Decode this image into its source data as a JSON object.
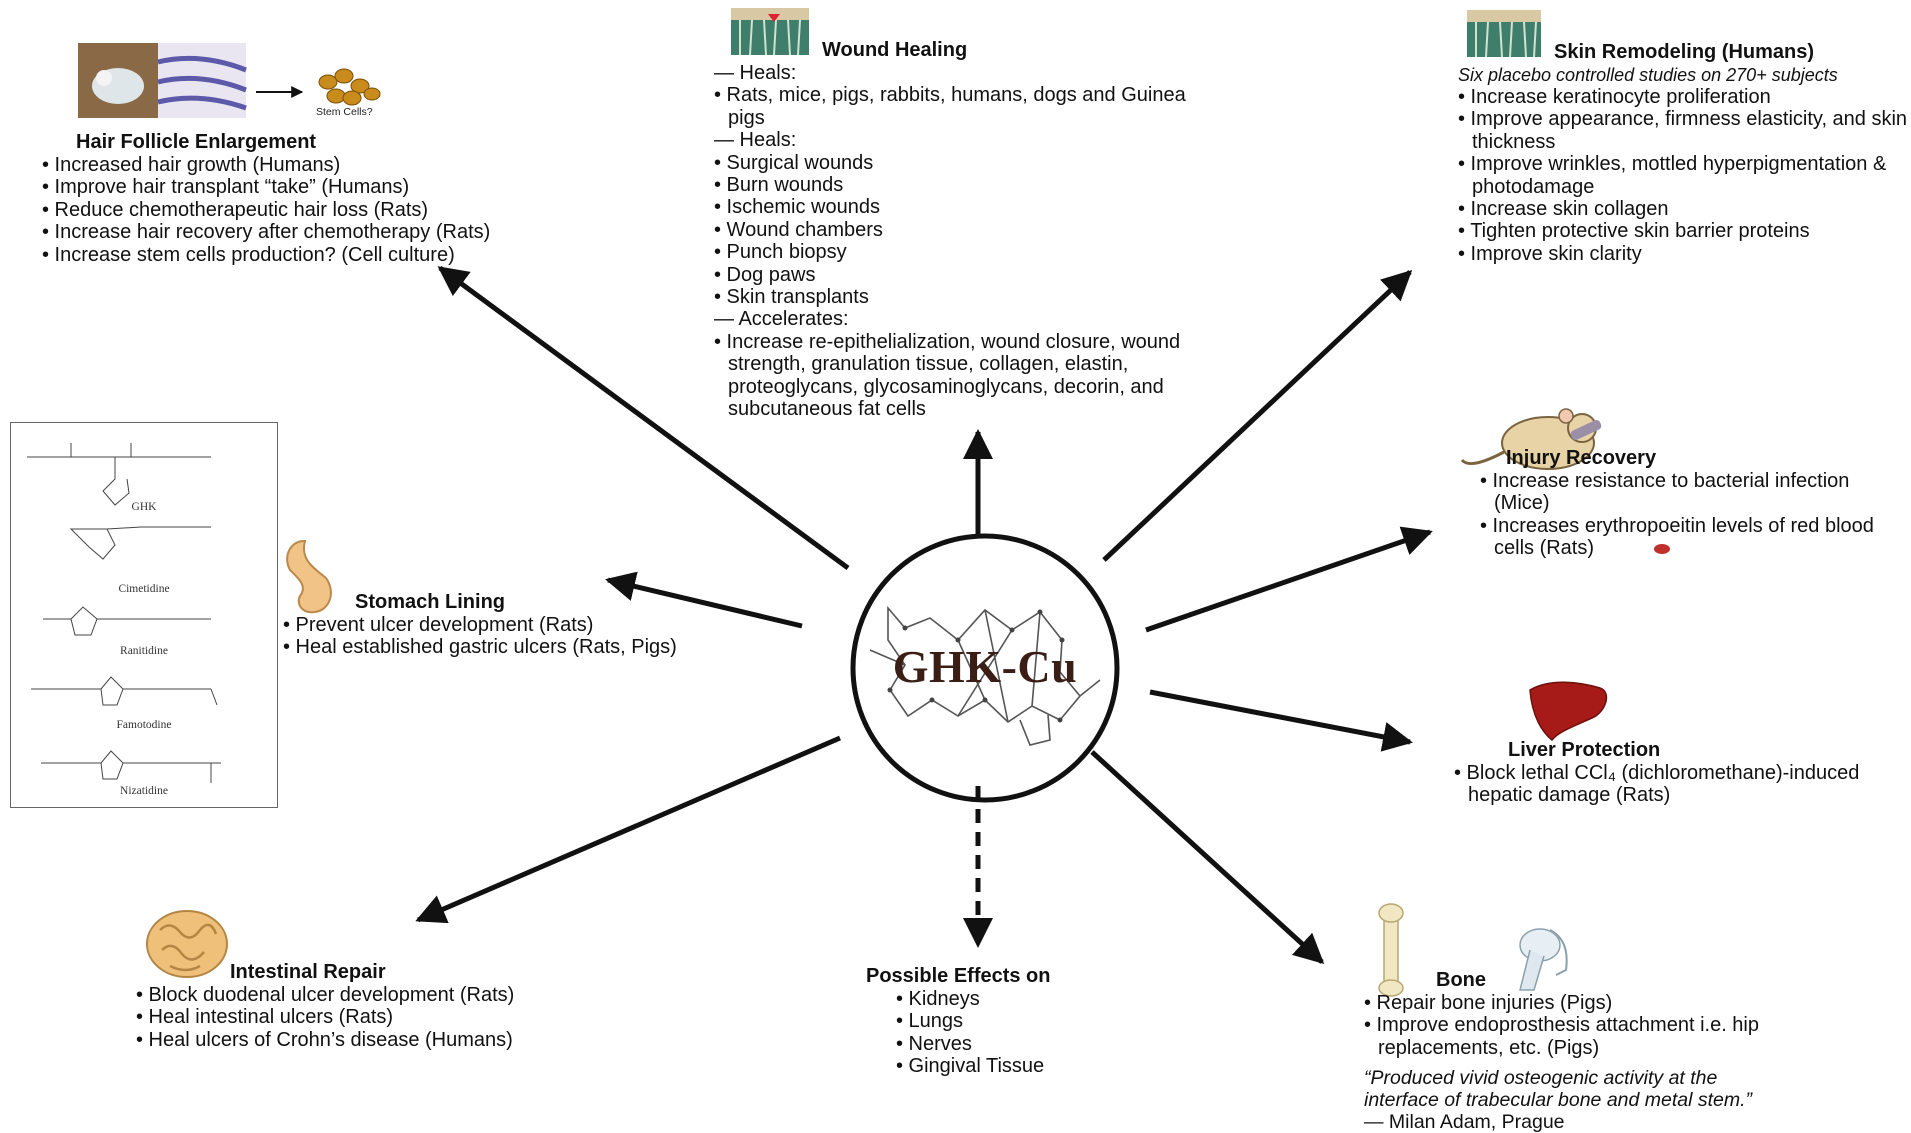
{
  "center": {
    "label": "GHK-Cu"
  },
  "hair": {
    "title": "Hair Follicle Enlargement",
    "stem_label": "Stem Cells?",
    "items": [
      "• Increased hair growth (Humans)",
      "• Improve hair transplant “take” (Humans)",
      "• Reduce chemotherapeutic hair loss (Rats)",
      "• Increase hair recovery after chemotherapy (Rats)",
      "• Increase stem cells production? (Cell culture)"
    ]
  },
  "wound": {
    "title": "Wound Healing",
    "items": [
      "— Heals:",
      "• Rats, mice, pigs, rabbits, humans, dogs and Guinea pigs",
      "— Heals:",
      "• Surgical wounds",
      "• Burn wounds",
      "• Ischemic wounds",
      "• Wound chambers",
      "• Punch biopsy",
      "• Dog paws",
      "• Skin transplants",
      "— Accelerates:",
      "• Increase re-epithelialization, wound closure, wound strength, granulation tissue, collagen, elastin, proteoglycans, glycosaminoglycans, decorin, and subcutaneous fat cells"
    ]
  },
  "skin": {
    "title": "Skin Remodeling (Humans)",
    "subtitle": "Six placebo controlled studies on 270+ subjects",
    "items": [
      "• Increase keratinocyte proliferation",
      "• Improve appearance, firmness elasticity, and skin thickness",
      "• Improve wrinkles, mottled hyperpigmentation & photodamage",
      "• Increase skin collagen",
      "• Tighten protective skin barrier proteins",
      "• Improve skin clarity"
    ]
  },
  "injury": {
    "title": "Injury Recovery",
    "items": [
      "• Increase resistance to bacterial infection (Mice)",
      "• Increases erythropoeitin levels of red blood cells (Rats)"
    ]
  },
  "stomach": {
    "title": "Stomach Lining",
    "items": [
      "• Prevent ulcer development (Rats)",
      "• Heal established gastric ulcers (Rats, Pigs)"
    ]
  },
  "liver": {
    "title": "Liver Protection",
    "items": [
      "• Block lethal CCl₄ (dichloromethane)-induced hepatic damage (Rats)"
    ]
  },
  "intestinal": {
    "title": "Intestinal Repair",
    "items": [
      "• Block duodenal ulcer development (Rats)",
      "• Heal intestinal ulcers (Rats)",
      "• Heal ulcers of Crohn’s disease (Humans)"
    ]
  },
  "possible": {
    "title": "Possible Effects on",
    "items": [
      "• Kidneys",
      "• Lungs",
      "• Nerves",
      "• Gingival Tissue"
    ]
  },
  "bone": {
    "title": "Bone",
    "items": [
      "• Repair bone injuries (Pigs)",
      "• Improve endoprosthesis  attachment i.e. hip replacements, etc. (Pigs)"
    ],
    "quote": "“Produced vivid osteogenic activity at the interface of trabecular bone and metal stem.”",
    "quote_author": " — Milan Adam, Prague"
  },
  "chem": {
    "names": [
      "GHK",
      "Cimetidine",
      "Ranitidine",
      "Famotodine",
      "Nizatidine"
    ]
  }
}
